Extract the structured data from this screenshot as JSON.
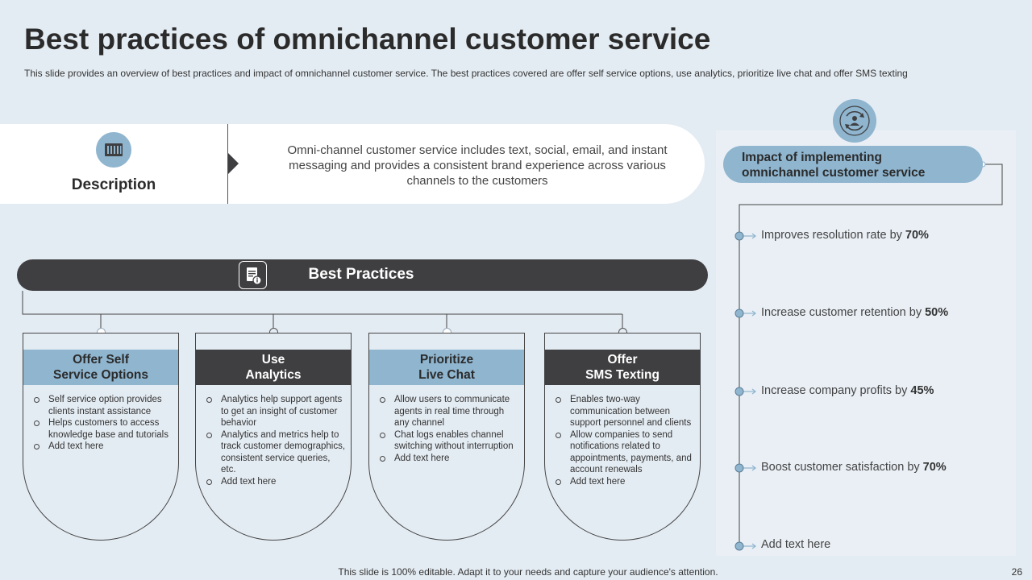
{
  "slide": {
    "title": "Best practices of omnichannel customer service",
    "subtitle": "This slide provides an overview of best practices and impact of omnichannel customer service. The best practices covered are offer self service options, use analytics, prioritize live chat and offer SMS texting",
    "footer": "This slide is 100% editable. Adapt it to your needs and capture your audience's attention.",
    "page_number": "26"
  },
  "description": {
    "label": "Description",
    "text": "Omni-channel customer service includes text, social, email, and instant messaging and provides a consistent brand experience across various channels to the customers",
    "icon": "server-rack-icon"
  },
  "best_practices": {
    "label": "Best Practices",
    "icon": "document-info-icon",
    "cards": [
      {
        "title": "Offer Self\nService Options",
        "bullets": [
          "Self service option provides clients instant assistance",
          "Helps customers to access knowledge base and tutorials",
          "Add text here"
        ]
      },
      {
        "title": "Use\nAnalytics",
        "bullets": [
          "Analytics help support agents to get an insight of customer behavior",
          "Analytics and metrics help to track customer demographics, consistent service queries, etc.",
          "Add text here"
        ]
      },
      {
        "title": "Prioritize\nLive Chat",
        "bullets": [
          "Allow users to communicate agents in real time through any channel",
          "Chat logs enables channel switching without interruption",
          "Add text here"
        ]
      },
      {
        "title": "Offer\nSMS Texting",
        "bullets": [
          "Enables two-way communication between support personnel and clients",
          "Allow companies to send notifications related to appointments, payments, and account renewals",
          "Add text here"
        ]
      }
    ]
  },
  "impact": {
    "title": "Impact of implementing\nomnichannel customer service",
    "icon": "customer-cycle-icon",
    "items": [
      {
        "text": "Improves resolution rate by ",
        "value": "70%"
      },
      {
        "text": "Increase customer retention by ",
        "value": "50%"
      },
      {
        "text": "Increase company profits by ",
        "value": "45%"
      },
      {
        "text": "Boost customer satisfaction by ",
        "value": "70%"
      },
      {
        "text": "Add text here",
        "value": ""
      }
    ]
  },
  "colors": {
    "background": "#e4ecf3",
    "accent_light": "#8fb5cf",
    "accent_dark": "#3f3f42"
  }
}
